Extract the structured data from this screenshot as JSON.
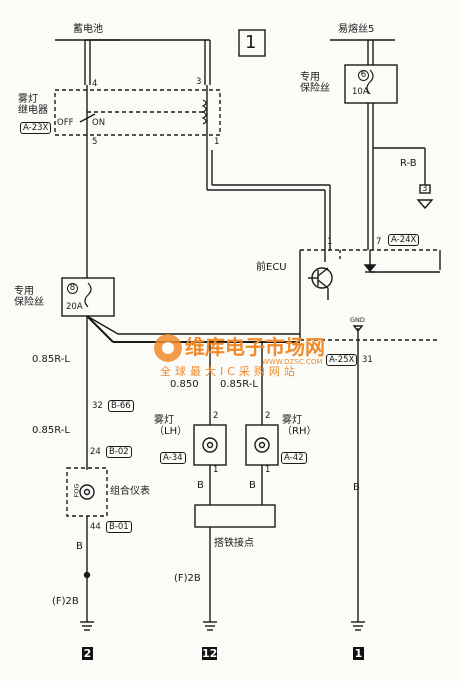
{
  "page_number": "1",
  "labels": {
    "battery": "蓄电池",
    "fusible_link": "易熔丝5",
    "dedicated_fuse_top": "专用\n保险丝",
    "fuse_top_num": "6",
    "fuse_top_rating": "10A",
    "fog_relay": "雾灯\n继电器",
    "relay_conn": "A-23X",
    "relay_off": "OFF",
    "relay_on": "ON",
    "dedicated_fuse_left": "专用\n保险丝",
    "fuse_left_num": "8",
    "fuse_left_rating": "20A",
    "front_ecu": "前ECU",
    "ecu_conn": "A-24X",
    "gnd": "GND",
    "gnd_conn": "A-25X",
    "wire_rb": "R-B",
    "ground_3": "3",
    "wire_085rl_a": "0.85R-L",
    "wire_085rl_b": "0.85R-L",
    "wire_085rl_c": "0.85R-L",
    "wire_085o": "0.850",
    "meter_conn1": "B-66",
    "meter_conn2": "B-02",
    "meter_conn3": "B-01",
    "meter_name": "组合仪表",
    "meter_fog": "FOG",
    "fog_lh": "雾灯\n（LH）",
    "fog_lh_conn": "A-34",
    "fog_rh": "雾灯\n（RH）",
    "fog_rh_conn": "A-42",
    "ground_point": "搭铁接点",
    "wire_b": "B",
    "wire_f2b": "(F)2B",
    "pins": {
      "p4": "4",
      "p3": "3",
      "p5": "5",
      "p1": "1",
      "p1b": "1",
      "p7": "7",
      "p31": "31",
      "p32": "32",
      "p24": "24",
      "p44": "44",
      "p2a": "2",
      "p2b": "2",
      "p1c": "1",
      "p1d": "1"
    },
    "ground_nums": {
      "g2": "2",
      "g12": "12",
      "g1": "1"
    }
  },
  "watermark": {
    "brand": "维库电子市场网",
    "url": "WWW.DZSC.COM",
    "slogan": "全球最大IC采购网站"
  }
}
